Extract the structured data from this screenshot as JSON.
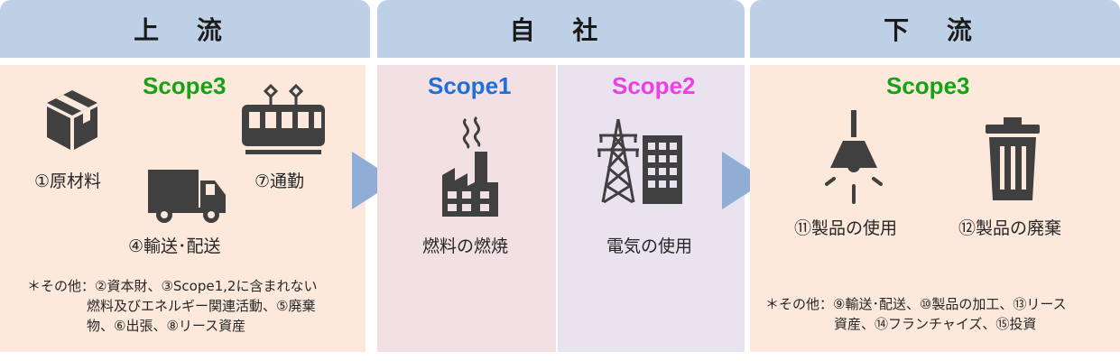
{
  "headers": {
    "upstream": "上 流",
    "company": "自 社",
    "downstream": "下 流"
  },
  "upstream": {
    "scope": "Scope3",
    "items": {
      "raw_materials": "①原材料",
      "transport": "④輸送･配送",
      "commute": "⑦通勤"
    },
    "note": {
      "prefix": "＊その他：",
      "line1": "②資本財、③Scope1,2に含まれない",
      "line2": "燃料及びエネルギー関連活動、⑤廃棄",
      "line3": "物、⑥出張、⑧リース資産"
    }
  },
  "company": {
    "scope1": "Scope1",
    "scope1_item": "燃料の燃焼",
    "scope2": "Scope2",
    "scope2_item": "電気の使用"
  },
  "downstream": {
    "scope": "Scope3",
    "items": {
      "product_use": "⑪製品の使用",
      "product_disposal": "⑫製品の廃棄"
    },
    "note": {
      "prefix": "＊その他：",
      "line1": "⑨輸送･配送、⑩製品の加工、⑬リース",
      "line2": "資産、⑭フランチャイズ、⑮投資"
    }
  },
  "colors": {
    "header_bg": "#bdd0e6",
    "upstream_bg": "#fce9dc",
    "scope1_bg": "#f2e0e4",
    "scope2_bg": "#e8e3ee",
    "scope3_text": "#15a315",
    "scope1_text": "#1f6fd8",
    "scope2_text": "#ee3ee8",
    "arrow": "#8fadd5",
    "icon": "#404040"
  },
  "icons": [
    "box-icon",
    "train-icon",
    "truck-icon",
    "factory-icon",
    "power-tower-icon",
    "building-icon",
    "ceiling-lamp-icon",
    "trash-can-icon"
  ]
}
